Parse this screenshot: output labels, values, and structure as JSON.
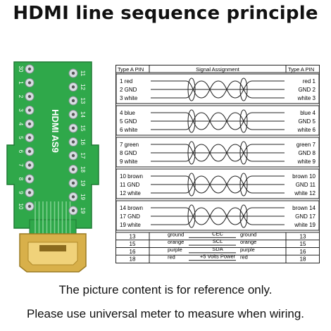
{
  "title": "HDMI line sequence principle",
  "notes": {
    "line1": "The picture content is for reference only.",
    "line2": "Please use universal meter to measure when wiring."
  },
  "board": {
    "left_numbers": [
      "30",
      "1",
      "2",
      "3",
      "4",
      "5",
      "6",
      "7",
      "8",
      "9",
      "10"
    ],
    "right_labels": [
      "11",
      "12",
      "13",
      "14",
      "15",
      "16",
      "17",
      "18",
      "19",
      "19",
      "19"
    ],
    "silk_text": "HDMI AS9"
  },
  "table": {
    "header": {
      "left": "Type A PIN",
      "middle": "Signal Assignment",
      "right": "Type A PIN"
    },
    "groups": [
      {
        "left": [
          "1 red",
          "2 GND",
          "3 white"
        ],
        "right": [
          "red 1",
          "GND 2",
          "white 3"
        ]
      },
      {
        "left": [
          "4 blue",
          "5 GND",
          "6 white"
        ],
        "right": [
          "blue 4",
          "GND 5",
          "white 6"
        ]
      },
      {
        "left": [
          "7 green",
          "8 GND",
          "9 white"
        ],
        "right": [
          "green 7",
          "GND 8",
          "white 9"
        ]
      },
      {
        "left": [
          "10 brown",
          "11 GND",
          "12 white"
        ],
        "right": [
          "brown 10",
          "GND 11",
          "white 12"
        ]
      },
      {
        "left": [
          "14 brown",
          "17 GND",
          "19 white"
        ],
        "right": [
          "brown 14",
          "GND 17",
          "white 19"
        ]
      }
    ],
    "single_rows": [
      {
        "pin_left": "13",
        "c1": "ground",
        "signal": "CEC",
        "c2": "ground",
        "pin_right": "13"
      },
      {
        "pin_left": "15",
        "c1": "orange",
        "signal": "SCL",
        "c2": "orange",
        "pin_right": "15"
      },
      {
        "pin_left": "16",
        "c1": "purple",
        "signal": "SDA",
        "c2": "purple",
        "pin_right": "16"
      },
      {
        "pin_left": "18",
        "c1": "red",
        "signal": "+5 Volts Power",
        "c2": "red",
        "pin_right": "18"
      }
    ]
  },
  "colors": {
    "pcb": "#2fa84a",
    "pcb_dark": "#1f7a34",
    "pad": "#d7dde2",
    "gold": "#d8b04a",
    "line": "#222222"
  }
}
